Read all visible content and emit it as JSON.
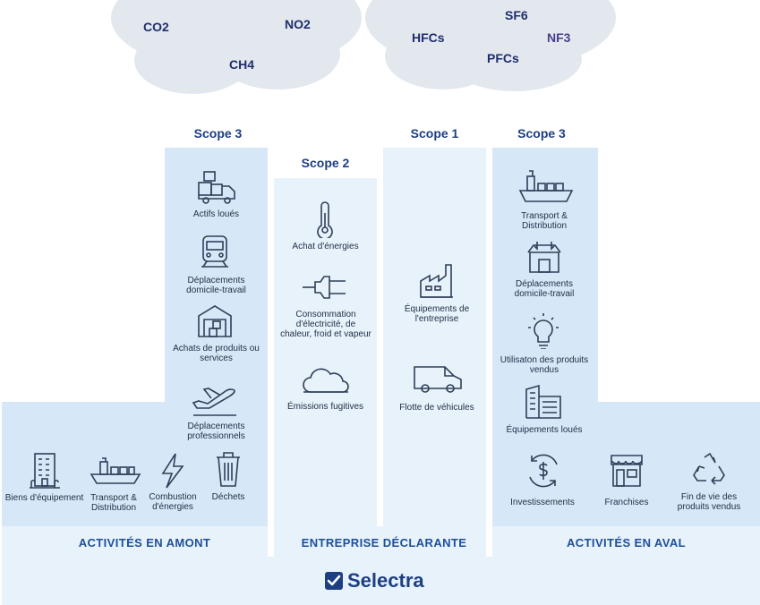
{
  "clouds": {
    "left_gases": [
      "CO2",
      "NO2",
      "CH4"
    ],
    "right_gases": [
      "SF6",
      "HFCs",
      "NF3",
      "PFCs"
    ]
  },
  "scopes": {
    "upstream_scope": "Scope 3",
    "scope2": "Scope 2",
    "scope1": "Scope 1",
    "downstream_scope": "Scope 3"
  },
  "upstream_column": [
    {
      "icon": "truck-icon",
      "label": "Actifs loués"
    },
    {
      "icon": "train-icon",
      "label": "Déplacements domicile-travail"
    },
    {
      "icon": "warehouse-icon",
      "label": "Achats de produits ou services"
    },
    {
      "icon": "plane-icon",
      "label": "Déplacements professionnels"
    }
  ],
  "upstream_row": [
    {
      "icon": "building-icon",
      "label": "Biens d'équipement"
    },
    {
      "icon": "ship-icon",
      "label": "Transport & Distribution"
    },
    {
      "icon": "lightning-icon",
      "label": "Combustion d'énergies"
    },
    {
      "icon": "trash-icon",
      "label": "Déchets"
    }
  ],
  "scope2_items": [
    {
      "icon": "thermometer-icon",
      "label": "Achat d'énergies"
    },
    {
      "icon": "plug-icon",
      "label": "Consommation d'électricité, de chaleur, froid et vapeur"
    },
    {
      "icon": "cloud-icon",
      "label": "Émissions fugitives"
    }
  ],
  "scope1_items": [
    {
      "icon": "factory-icon",
      "label": "Équipements de l'entreprise"
    },
    {
      "icon": "van-icon",
      "label": "Flotte de véhicules"
    }
  ],
  "downstream_column": [
    {
      "icon": "ship-icon",
      "label": "Transport & Distribution"
    },
    {
      "icon": "box-icon",
      "label": "Déplacements domicile-travail"
    },
    {
      "icon": "lightbulb-icon",
      "label": "Utilisaton des produits vendus"
    },
    {
      "icon": "office-icon",
      "label": "Équipements loués"
    }
  ],
  "downstream_row": [
    {
      "icon": "investment-icon",
      "label": "Investissements"
    },
    {
      "icon": "shop-icon",
      "label": "Franchises"
    },
    {
      "icon": "recycle-icon",
      "label": "Fin de vie des produits vendus"
    }
  ],
  "bands": {
    "upstream": "ACTIVITÉS EN AMONT",
    "company": "ENTREPRISE DÉCLARANTE",
    "downstream": "ACTIVITÉS EN AVAL"
  },
  "brand": "Selectra",
  "colors": {
    "accent": "#1d4f9a",
    "panel": "#d6e8f8",
    "panel_light": "#e8f2fb",
    "icon": "#2e3f58"
  }
}
